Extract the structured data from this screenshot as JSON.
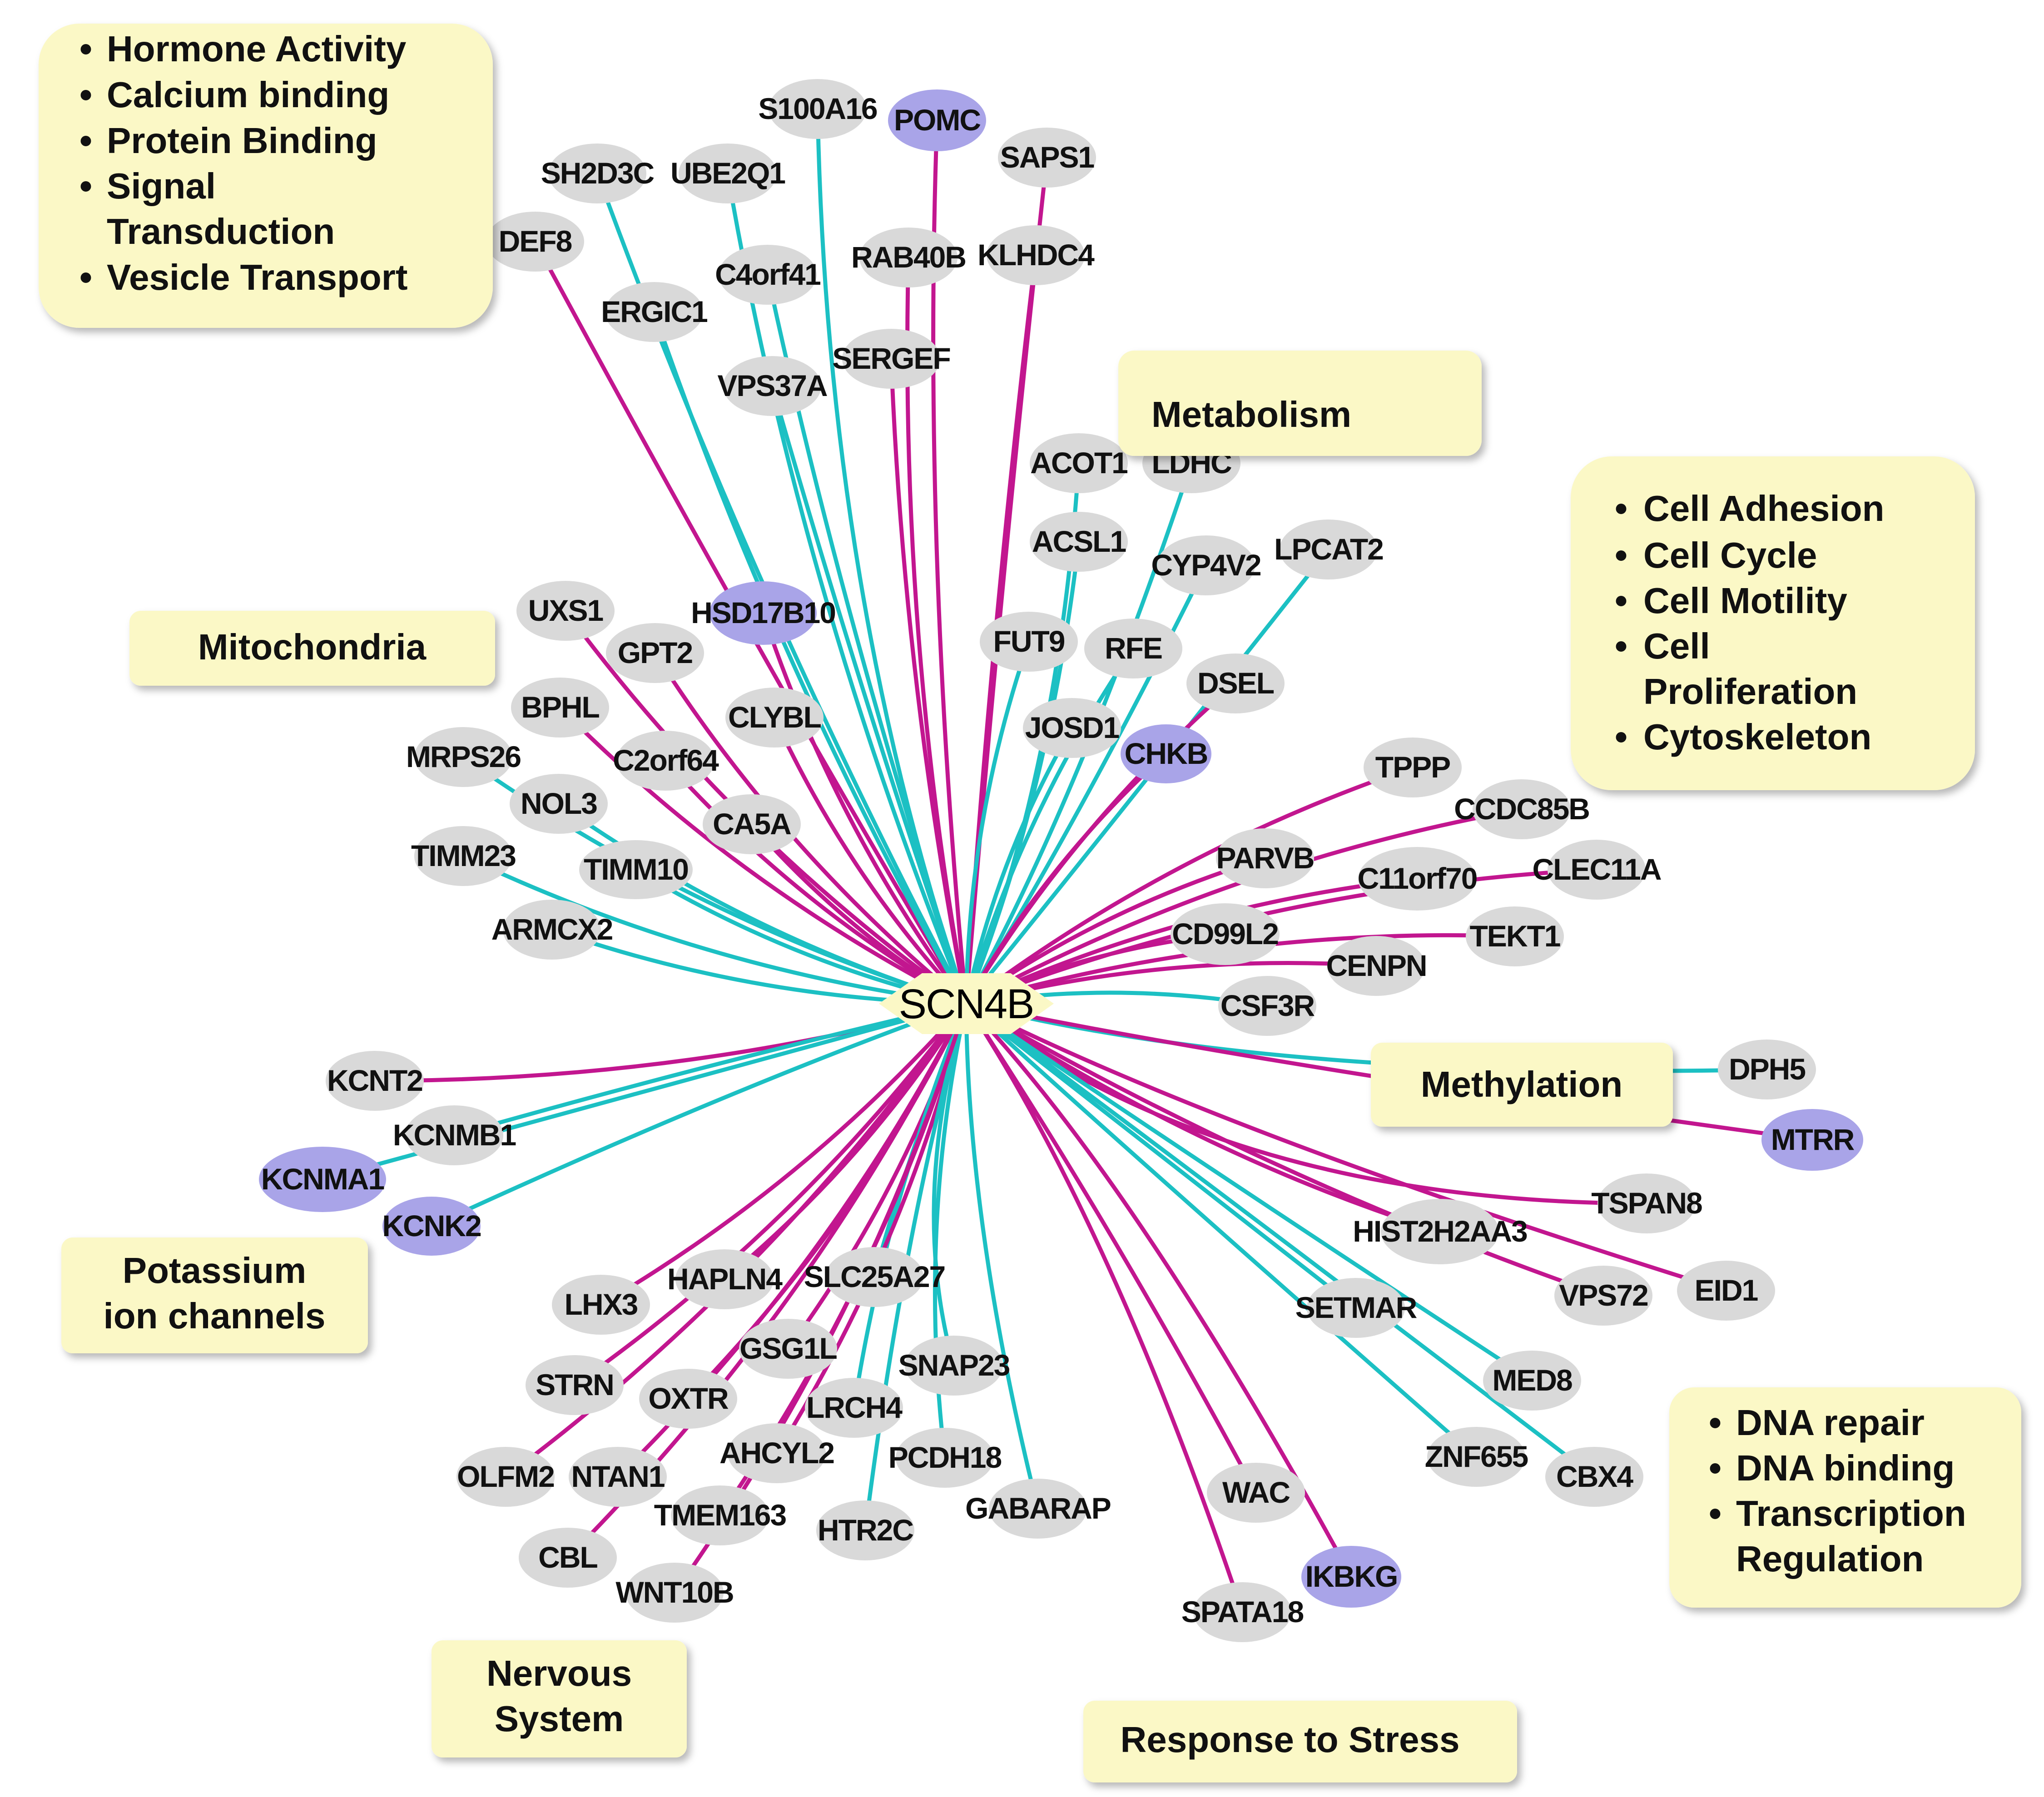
{
  "hub": "SCN4B",
  "colors": {
    "edge_a": "#c2168f",
    "edge_b": "#1cc0c3",
    "node_default": "#d9d9d9",
    "node_highlight": "#a9a4e8",
    "hub_fill": "#fbf8c6",
    "category_fill": "#fbf8c6"
  },
  "categories": [
    {
      "id": "cat-cell-signaling",
      "items": [
        "Hormone Activity",
        "Calcium binding",
        "Protein Binding",
        "Signal Transduction",
        "Vesicle Transport"
      ]
    },
    {
      "id": "cat-metabolism",
      "title": "Metabolism"
    },
    {
      "id": "cat-cell-processes",
      "items": [
        "Cell Adhesion",
        "Cell Cycle",
        "Cell Motility",
        "Cell Proliferation",
        "Cytoskeleton"
      ]
    },
    {
      "id": "cat-mitochondria",
      "title": "Mitochondria"
    },
    {
      "id": "cat-methylation",
      "title": "Methylation"
    },
    {
      "id": "cat-potassium",
      "title": "Potassium ion channels"
    },
    {
      "id": "cat-dna",
      "items": [
        "DNA repair",
        "DNA binding",
        "Transcription Regulation"
      ]
    },
    {
      "id": "cat-nervous",
      "title": "Nervous System"
    },
    {
      "id": "cat-stress",
      "title": "Response to Stress"
    }
  ],
  "nodes": [
    {
      "id": "POMC",
      "label": "POMC",
      "highlight": true,
      "edge": "a"
    },
    {
      "id": "S100A16",
      "label": "S100A16",
      "highlight": false,
      "edge": "b"
    },
    {
      "id": "SAPS1",
      "label": "SAPS1",
      "highlight": false,
      "edge": "a"
    },
    {
      "id": "SH2D3C",
      "label": "SH2D3C",
      "highlight": false,
      "edge": "b"
    },
    {
      "id": "UBE2Q1",
      "label": "UBE2Q1",
      "highlight": false,
      "edge": "b"
    },
    {
      "id": "DEF8",
      "label": "DEF8",
      "highlight": false,
      "edge": "a"
    },
    {
      "id": "C4orf41",
      "label": "C4orf41",
      "highlight": false,
      "edge": "b"
    },
    {
      "id": "RAB40B",
      "label": "RAB40B",
      "highlight": false,
      "edge": "a"
    },
    {
      "id": "KLHDC4",
      "label": "KLHDC4",
      "highlight": false,
      "edge": "a"
    },
    {
      "id": "ERGIC1",
      "label": "ERGIC1",
      "highlight": false,
      "edge": "b"
    },
    {
      "id": "SERGEF",
      "label": "SERGEF",
      "highlight": false,
      "edge": "a"
    },
    {
      "id": "VPS37A",
      "label": "VPS37A",
      "highlight": false,
      "edge": "b"
    },
    {
      "id": "ACOT1",
      "label": "ACOT1",
      "highlight": false,
      "edge": "b"
    },
    {
      "id": "LDHC",
      "label": "LDHC",
      "highlight": false,
      "edge": "b"
    },
    {
      "id": "ACSL1",
      "label": "ACSL1",
      "highlight": false,
      "edge": "b"
    },
    {
      "id": "CYP4V2",
      "label": "CYP4V2",
      "highlight": false,
      "edge": "b"
    },
    {
      "id": "LPCAT2",
      "label": "LPCAT2",
      "highlight": false,
      "edge": "b"
    },
    {
      "id": "UXS1",
      "label": "UXS1",
      "highlight": false,
      "edge": "a"
    },
    {
      "id": "HSD17B10",
      "label": "HSD17B10",
      "highlight": true,
      "edge": "a"
    },
    {
      "id": "GPT2",
      "label": "GPT2",
      "highlight": false,
      "edge": "a"
    },
    {
      "id": "FUT9",
      "label": "FUT9",
      "highlight": false,
      "edge": "b"
    },
    {
      "id": "RFE",
      "label": "RFE",
      "highlight": false,
      "edge": "b"
    },
    {
      "id": "DSEL",
      "label": "DSEL",
      "highlight": false,
      "edge": "a"
    },
    {
      "id": "BPHL",
      "label": "BPHL",
      "highlight": false,
      "edge": "a"
    },
    {
      "id": "CLYBL",
      "label": "CLYBL",
      "highlight": false,
      "edge": "a"
    },
    {
      "id": "JOSD1",
      "label": "JOSD1",
      "highlight": false,
      "edge": "b"
    },
    {
      "id": "CHKB",
      "label": "CHKB",
      "highlight": true,
      "edge": "a"
    },
    {
      "id": "MRPS26",
      "label": "MRPS26",
      "highlight": false,
      "edge": "b"
    },
    {
      "id": "C2orf64",
      "label": "C2orf64",
      "highlight": false,
      "edge": "a"
    },
    {
      "id": "NOL3",
      "label": "NOL3",
      "highlight": false,
      "edge": "b"
    },
    {
      "id": "CA5A",
      "label": "CA5A",
      "highlight": false,
      "edge": "a"
    },
    {
      "id": "TPPP",
      "label": "TPPP",
      "highlight": false,
      "edge": "a"
    },
    {
      "id": "CCDC85B",
      "label": "CCDC85B",
      "highlight": false,
      "edge": "a"
    },
    {
      "id": "TIMM23",
      "label": "TIMM23",
      "highlight": false,
      "edge": "b"
    },
    {
      "id": "TIMM10",
      "label": "TIMM10",
      "highlight": false,
      "edge": "b"
    },
    {
      "id": "PARVB",
      "label": "PARVB",
      "highlight": false,
      "edge": "a"
    },
    {
      "id": "C11orf70",
      "label": "C11orf70",
      "highlight": false,
      "edge": "a"
    },
    {
      "id": "CLEC11A",
      "label": "CLEC11A",
      "highlight": false,
      "edge": "a"
    },
    {
      "id": "ARMCX2",
      "label": "ARMCX2",
      "highlight": false,
      "edge": "b"
    },
    {
      "id": "CD99L2",
      "label": "CD99L2",
      "highlight": false,
      "edge": "a"
    },
    {
      "id": "TEKT1",
      "label": "TEKT1",
      "highlight": false,
      "edge": "a"
    },
    {
      "id": "CENPN",
      "label": "CENPN",
      "highlight": false,
      "edge": "a"
    },
    {
      "id": "CSF3R",
      "label": "CSF3R",
      "highlight": false,
      "edge": "b"
    },
    {
      "id": "KCNT2",
      "label": "KCNT2",
      "highlight": false,
      "edge": "a"
    },
    {
      "id": "DPH5",
      "label": "DPH5",
      "highlight": false,
      "edge": "b"
    },
    {
      "id": "KCNMB1",
      "label": "KCNMB1",
      "highlight": false,
      "edge": "b"
    },
    {
      "id": "MTRR",
      "label": "MTRR",
      "highlight": true,
      "edge": "a"
    },
    {
      "id": "KCNMA1",
      "label": "KCNMA1",
      "highlight": true,
      "edge": "b"
    },
    {
      "id": "KCNK2",
      "label": "KCNK2",
      "highlight": true,
      "edge": "b"
    },
    {
      "id": "TSPAN8",
      "label": "TSPAN8",
      "highlight": false,
      "edge": "a"
    },
    {
      "id": "HIST2H2AA3",
      "label": "HIST2H2AA3",
      "highlight": false,
      "edge": "a"
    },
    {
      "id": "HAPLN4",
      "label": "HAPLN4",
      "highlight": false,
      "edge": "a"
    },
    {
      "id": "SLC25A27",
      "label": "SLC25A27",
      "highlight": false,
      "edge": "b"
    },
    {
      "id": "LHX3",
      "label": "LHX3",
      "highlight": false,
      "edge": "a"
    },
    {
      "id": "VPS72",
      "label": "VPS72",
      "highlight": false,
      "edge": "a"
    },
    {
      "id": "EID1",
      "label": "EID1",
      "highlight": false,
      "edge": "a"
    },
    {
      "id": "SETMAR",
      "label": "SETMAR",
      "highlight": false,
      "edge": "b"
    },
    {
      "id": "GSG1L",
      "label": "GSG1L",
      "highlight": false,
      "edge": "a"
    },
    {
      "id": "SNAP23",
      "label": "SNAP23",
      "highlight": false,
      "edge": "b"
    },
    {
      "id": "STRN",
      "label": "STRN",
      "highlight": false,
      "edge": "a"
    },
    {
      "id": "OXTR",
      "label": "OXTR",
      "highlight": false,
      "edge": "a"
    },
    {
      "id": "LRCH4",
      "label": "LRCH4",
      "highlight": false,
      "edge": "b"
    },
    {
      "id": "MED8",
      "label": "MED8",
      "highlight": false,
      "edge": "b"
    },
    {
      "id": "AHCYL2",
      "label": "AHCYL2",
      "highlight": false,
      "edge": "a"
    },
    {
      "id": "PCDH18",
      "label": "PCDH18",
      "highlight": false,
      "edge": "b"
    },
    {
      "id": "ZNF655",
      "label": "ZNF655",
      "highlight": false,
      "edge": "b"
    },
    {
      "id": "CBX4",
      "label": "CBX4",
      "highlight": false,
      "edge": "b"
    },
    {
      "id": "OLFM2",
      "label": "OLFM2",
      "highlight": false,
      "edge": "a"
    },
    {
      "id": "NTAN1",
      "label": "NTAN1",
      "highlight": false,
      "edge": "a"
    },
    {
      "id": "WAC",
      "label": "WAC",
      "highlight": false,
      "edge": "a"
    },
    {
      "id": "TMEM163",
      "label": "TMEM163",
      "highlight": false,
      "edge": "a"
    },
    {
      "id": "HTR2C",
      "label": "HTR2C",
      "highlight": false,
      "edge": "b"
    },
    {
      "id": "GABARAP",
      "label": "GABARAP",
      "highlight": false,
      "edge": "b"
    },
    {
      "id": "CBL",
      "label": "CBL",
      "highlight": false,
      "edge": "a"
    },
    {
      "id": "WNT10B",
      "label": "WNT10B",
      "highlight": false,
      "edge": "a"
    },
    {
      "id": "IKBKG",
      "label": "IKBKG",
      "highlight": true,
      "edge": "a"
    },
    {
      "id": "SPATA18",
      "label": "SPATA18",
      "highlight": false,
      "edge": "a"
    }
  ]
}
